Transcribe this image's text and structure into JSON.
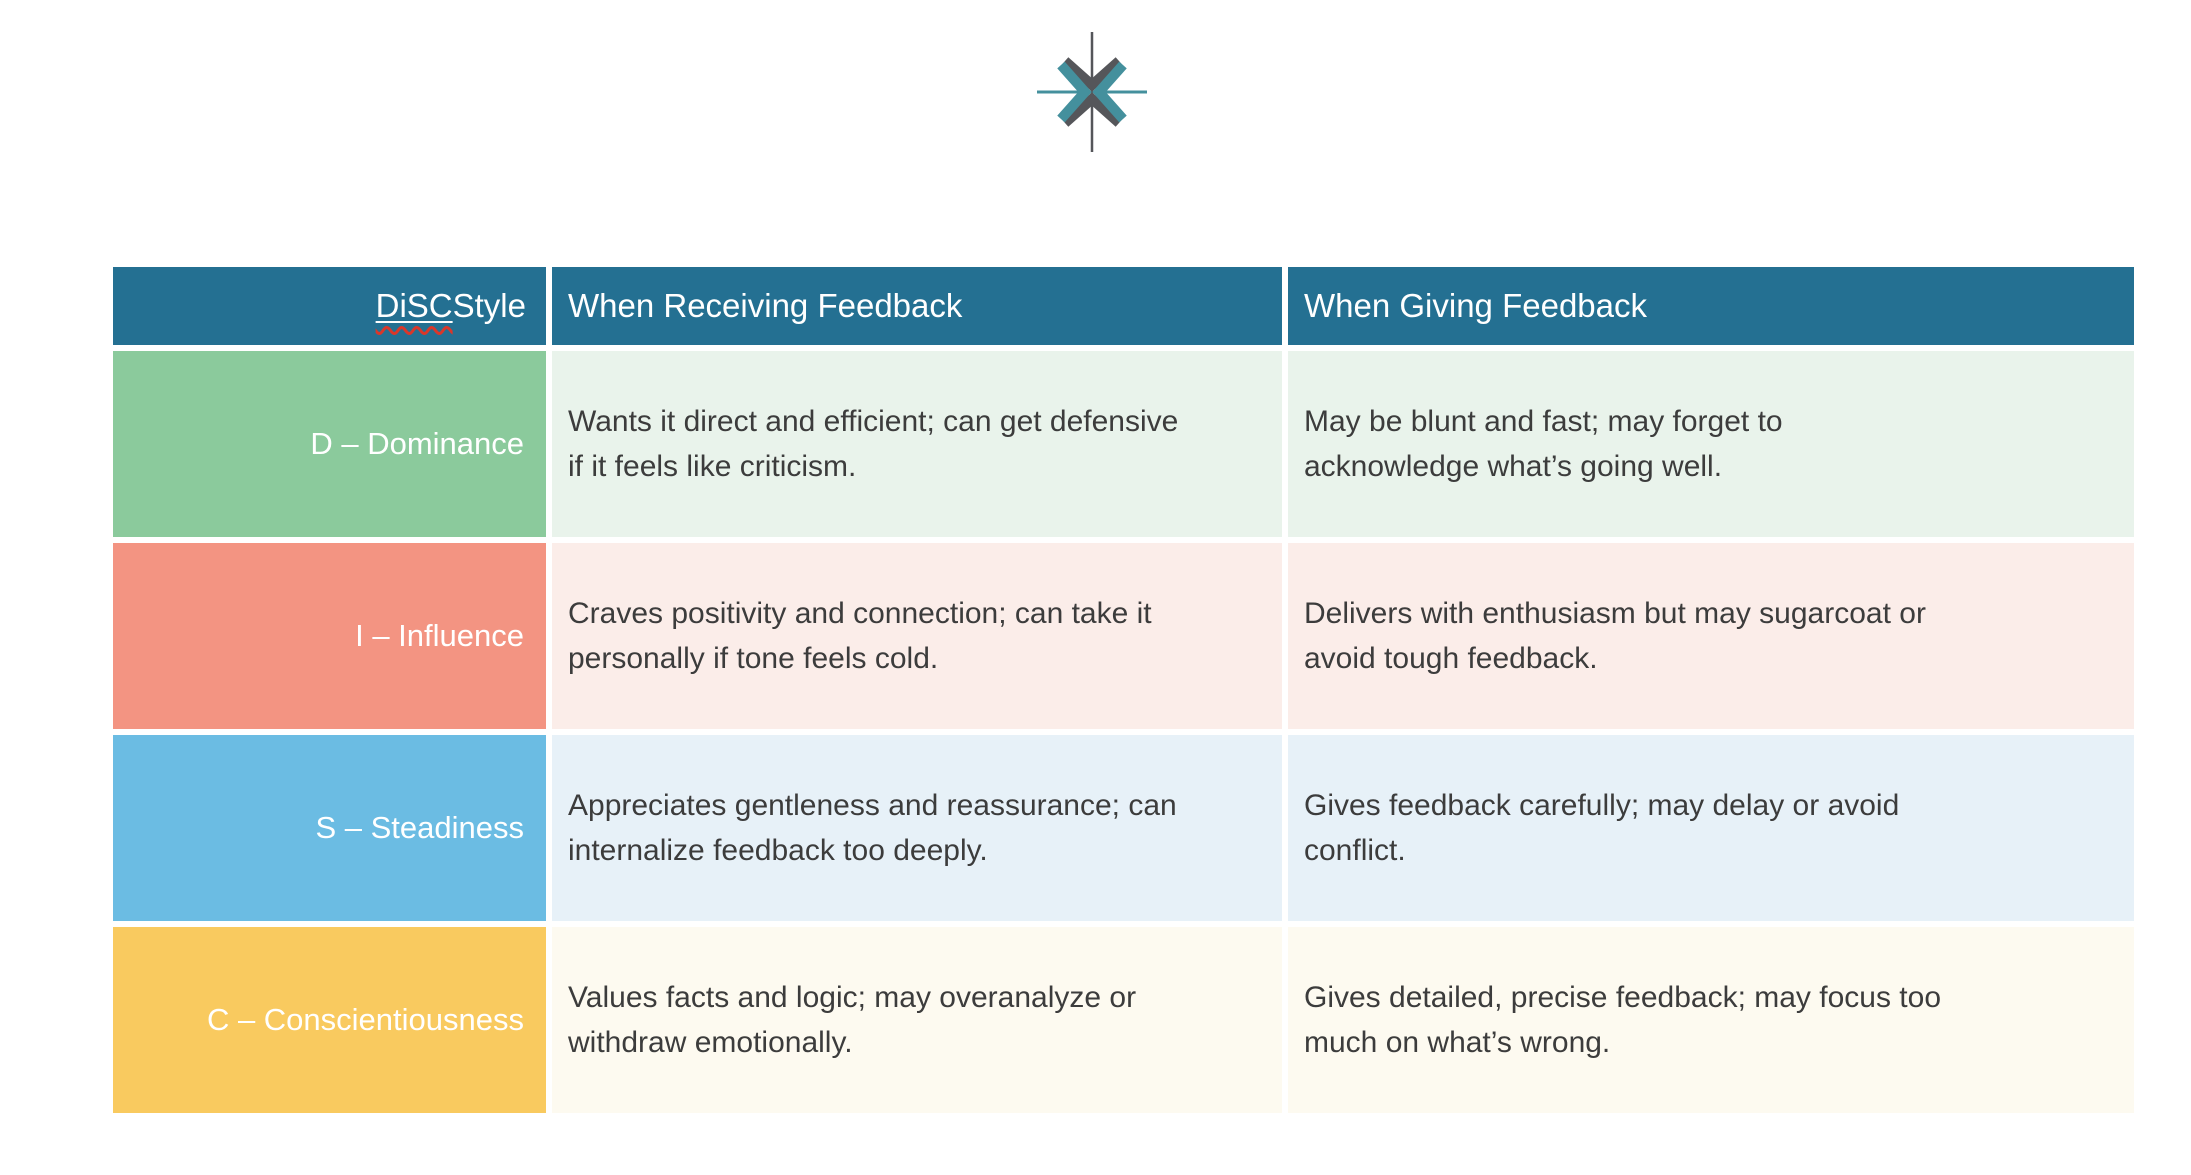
{
  "page": {
    "background": "#ffffff"
  },
  "logo": {
    "name": "converging-arrows-logo",
    "teal": "#44909D",
    "gray": "#55565A"
  },
  "table": {
    "header": {
      "bg": "#247092",
      "style_word": "DiSC",
      "style_suffix": " Style",
      "receiving_label": "When Receiving Feedback",
      "giving_label": "When Giving Feedback"
    },
    "rows": [
      {
        "style_label": "D – Dominance",
        "receiving": "Wants it direct and efficient; can get defensive if it feels like criticism.",
        "giving": "May be blunt and fast; may forget to acknowledge what’s going well.",
        "colors": {
          "label": "#8BCA9C",
          "tint": "#E9F3EB"
        }
      },
      {
        "style_label": "I – Influence",
        "receiving": "Craves positivity and connection; can take it personally if tone feels cold.",
        "giving": "Delivers with enthusiasm but may sugarcoat or avoid tough feedback.",
        "colors": {
          "label": "#F39482",
          "tint": "#FBEDE9"
        }
      },
      {
        "style_label": "S – Steadiness",
        "receiving": "Appreciates gentleness and reassurance; can internalize feedback too deeply.",
        "giving": "Gives feedback carefully; may delay or avoid conflict.",
        "colors": {
          "label": "#6BBCE3",
          "tint": "#E7F1F8"
        }
      },
      {
        "style_label": "C – Conscientiousness",
        "receiving": "Values facts and logic; may overanalyze or withdraw emotionally.",
        "giving": "Gives detailed, precise feedback; may focus too much on what’s wrong.",
        "colors": {
          "label": "#F9CA5F",
          "tint": "#FDFAF0"
        }
      }
    ]
  }
}
